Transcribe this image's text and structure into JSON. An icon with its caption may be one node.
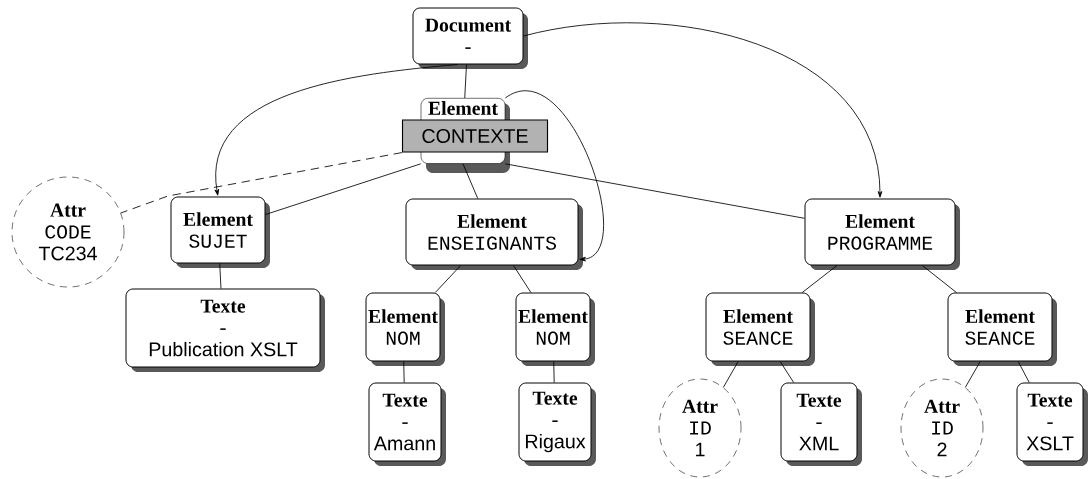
{
  "diagram": {
    "nodes": [
      {
        "text": [
          "Document",
          "-"
        ]
      },
      {
        "text": [
          "Element"
        ]
      },
      {
        "text": [
          "CONTEXTE"
        ]
      },
      {
        "text": [
          "Attr",
          "CODE",
          "TC234"
        ]
      },
      {
        "text": [
          "Element",
          "SUJET"
        ]
      },
      {
        "text": [
          "Element",
          "ENSEIGNANTS"
        ]
      },
      {
        "text": [
          "Element",
          "PROGRAMME"
        ]
      },
      {
        "text": [
          "Texte",
          "-",
          "Publication XSLT"
        ]
      },
      {
        "text": [
          "Element",
          "NOM"
        ]
      },
      {
        "text": [
          "Element",
          "NOM"
        ]
      },
      {
        "text": [
          "Element",
          "SEANCE"
        ]
      },
      {
        "text": [
          "Element",
          "SEANCE"
        ]
      },
      {
        "text": [
          "Texte",
          "-",
          "Amann"
        ]
      },
      {
        "text": [
          "Texte",
          "-",
          "Rigaux"
        ]
      },
      {
        "text": [
          "Attr",
          "ID",
          "1"
        ]
      },
      {
        "text": [
          "Texte",
          "-",
          "XML"
        ]
      },
      {
        "text": [
          "Attr",
          "ID",
          "2"
        ]
      },
      {
        "text": [
          "Texte",
          "-",
          "XSLT"
        ]
      }
    ],
    "edges": [
      {
        "from": 0,
        "to": 1,
        "arrow": "none"
      },
      {
        "from": 0,
        "to": 4,
        "arrow": "to"
      },
      {
        "from": 0,
        "to": 6,
        "arrow": "to"
      },
      {
        "from": 1,
        "to": 5,
        "arrow": "to"
      },
      {
        "from": 2,
        "to": 3,
        "arrow": "none",
        "style": "dashed"
      },
      {
        "from": 1,
        "to": 4,
        "arrow": "none"
      },
      {
        "from": 1,
        "to": 5,
        "arrow": "none"
      },
      {
        "from": 1,
        "to": 6,
        "arrow": "none"
      },
      {
        "from": 4,
        "to": 7,
        "arrow": "none"
      },
      {
        "from": 5,
        "to": 8,
        "arrow": "none"
      },
      {
        "from": 5,
        "to": 9,
        "arrow": "none"
      },
      {
        "from": 8,
        "to": 12,
        "arrow": "none"
      },
      {
        "from": 9,
        "to": 13,
        "arrow": "none"
      },
      {
        "from": 6,
        "to": 10,
        "arrow": "none"
      },
      {
        "from": 6,
        "to": 11,
        "arrow": "none"
      },
      {
        "from": 10,
        "to": 14,
        "arrow": "none"
      },
      {
        "from": 10,
        "to": 15,
        "arrow": "none"
      },
      {
        "from": 11,
        "to": 16,
        "arrow": "none"
      },
      {
        "from": 11,
        "to": 17,
        "arrow": "none"
      }
    ]
  }
}
